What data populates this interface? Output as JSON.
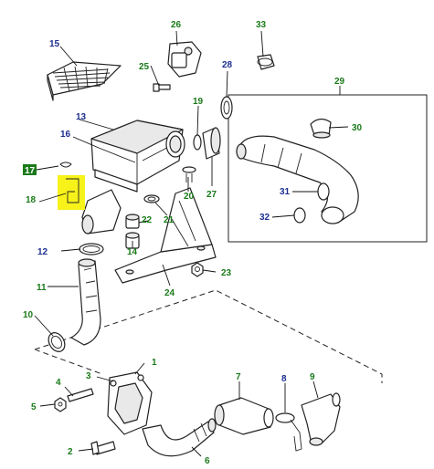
{
  "colors": {
    "blue_callout": "#1d2f8f",
    "green_callout": "#1a7a1a",
    "highlight": "#f7f21a",
    "line": "#222222"
  },
  "callouts": {
    "c1": "1",
    "c2": "2",
    "c3": "3",
    "c4": "4",
    "c5": "5",
    "c6": "6",
    "c7": "7",
    "c8": "8",
    "c9": "9",
    "c10": "10",
    "c11": "11",
    "c12": "12",
    "c13": "13",
    "c14": "14",
    "c15": "15",
    "c16": "16",
    "c17": "17",
    "c18": "18",
    "c19": "19",
    "c20": "20",
    "c21": "21",
    "c22": "22",
    "c23": "23",
    "c24": "24",
    "c25": "25",
    "c26": "26",
    "c27": "27",
    "c28": "28",
    "c29": "29",
    "c30": "30",
    "c31": "31",
    "c32": "32",
    "c33": "33"
  },
  "selected_part": "17"
}
